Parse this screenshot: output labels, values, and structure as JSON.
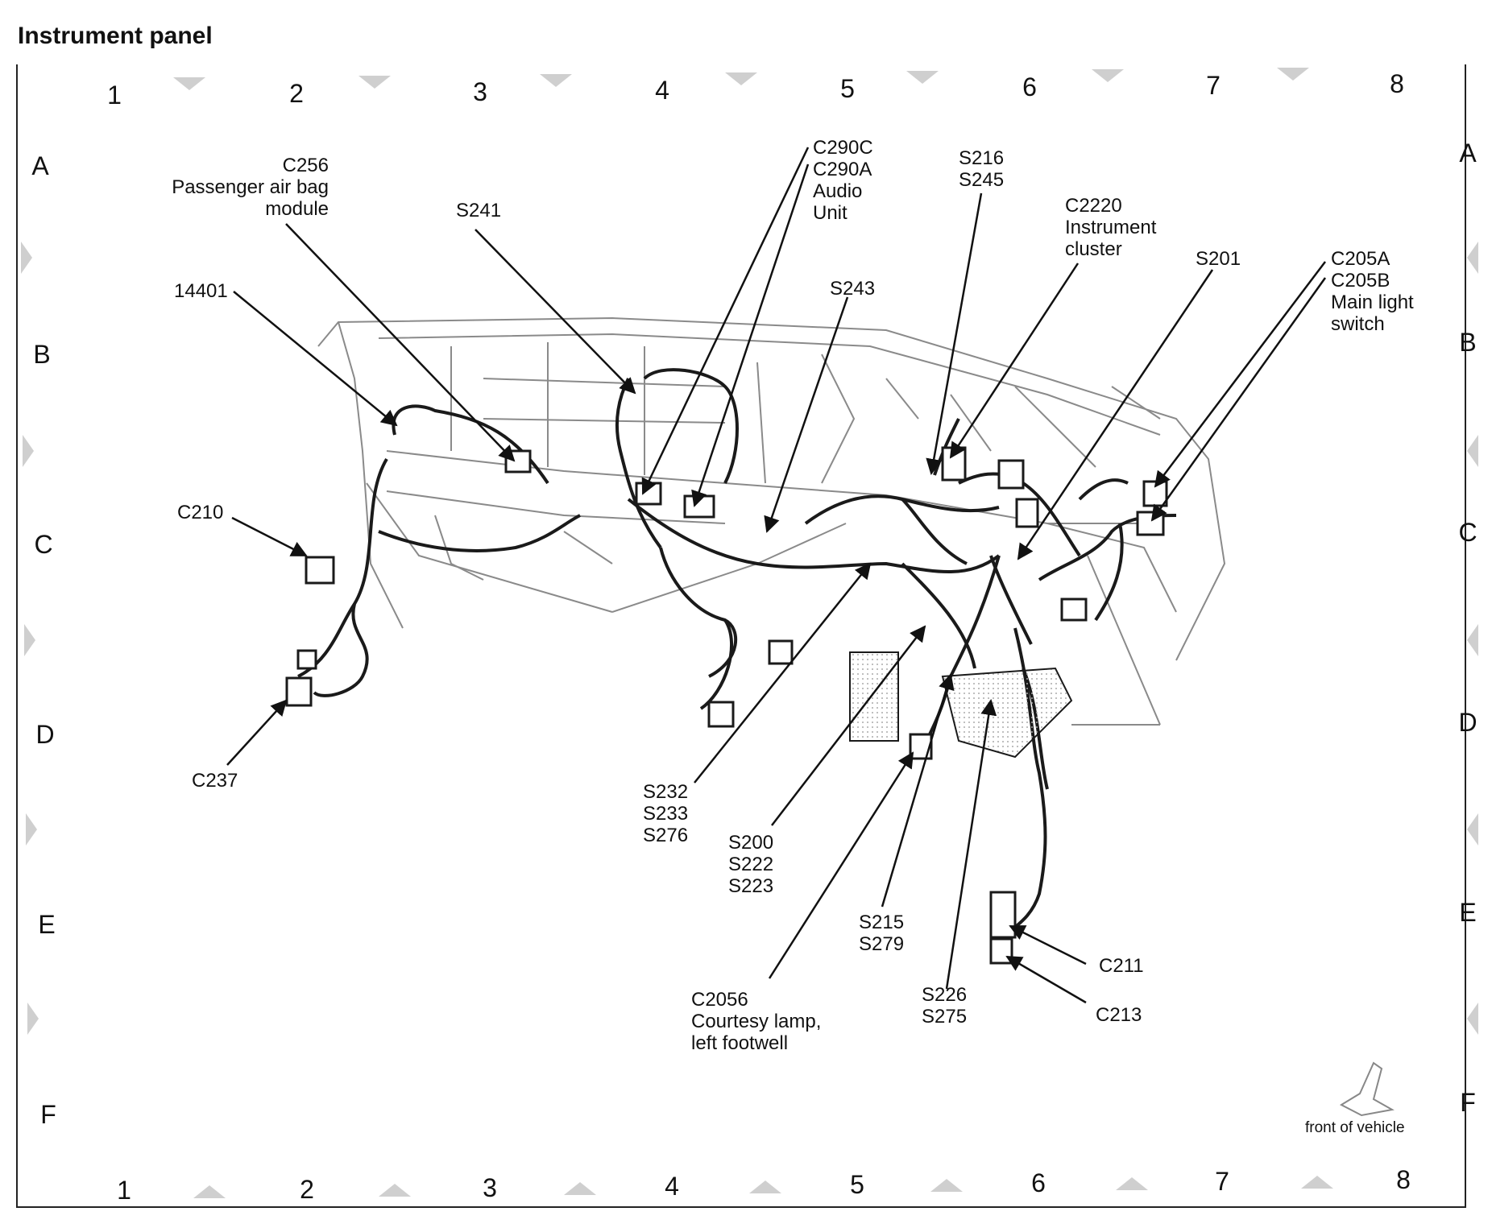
{
  "title": "Instrument panel",
  "grid": {
    "columns": [
      "1",
      "2",
      "3",
      "4",
      "5",
      "6",
      "7",
      "8"
    ],
    "rows": [
      "A",
      "B",
      "C",
      "D",
      "E",
      "F"
    ]
  },
  "callouts": {
    "c256": [
      "C256",
      "Passenger air bag",
      "module"
    ],
    "s241": [
      "S241"
    ],
    "c290": [
      "C290C",
      "C290A",
      "Audio",
      "Unit"
    ],
    "s216": [
      "S216",
      "S245"
    ],
    "c2220": [
      "C2220",
      "Instrument",
      "cluster"
    ],
    "s201": [
      "S201"
    ],
    "c205": [
      "C205A",
      "C205B",
      "Main light",
      "switch"
    ],
    "p14401": [
      "14401"
    ],
    "s243": [
      "S243"
    ],
    "c210": [
      "C210"
    ],
    "c237": [
      "C237"
    ],
    "s232": [
      "S232",
      "S233",
      "S276"
    ],
    "s200": [
      "S200",
      "S222",
      "S223"
    ],
    "s215": [
      "S215",
      "S279"
    ],
    "c2056": [
      "C2056",
      "Courtesy lamp,",
      "left footwell"
    ],
    "s226": [
      "S226",
      "S275"
    ],
    "c211": [
      "C211"
    ],
    "c213": [
      "C213"
    ]
  },
  "legend": {
    "front_label": "front of vehicle"
  },
  "colors": {
    "ink": "#111111",
    "drawing": "#7a7a7a",
    "harness": "#1a1a1a"
  }
}
